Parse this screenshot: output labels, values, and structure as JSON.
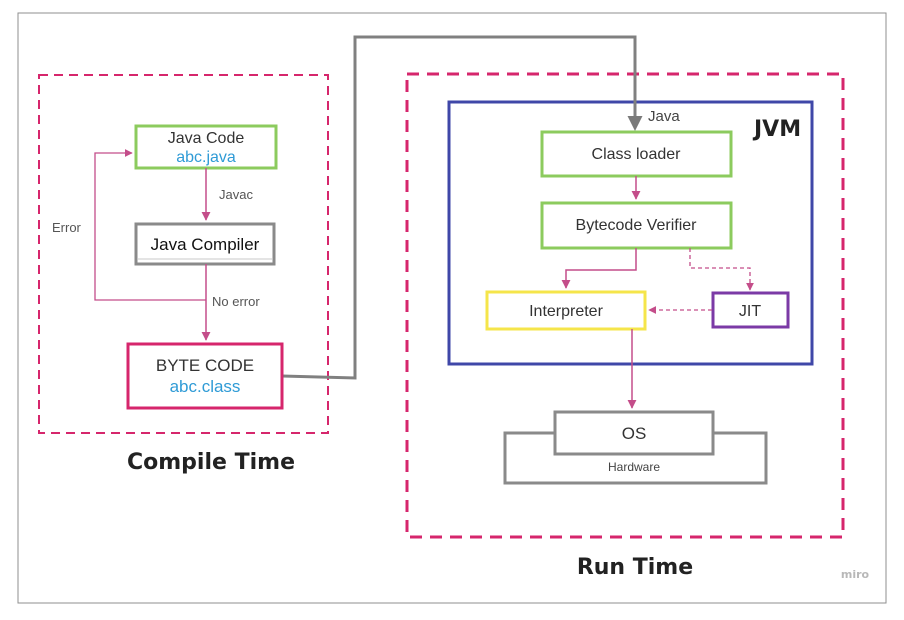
{
  "compile": {
    "title": "Compile Time",
    "java_code": {
      "title": "Java Code",
      "file": "abc.java"
    },
    "javac_label": "Javac",
    "compiler": "Java Compiler",
    "error_label": "Error",
    "no_error_label": "No error",
    "byte_code": {
      "title": "BYTE CODE",
      "file": "abc.class"
    }
  },
  "runtime": {
    "title": "Run Time",
    "jvm_title": "JVM",
    "java_label": "Java",
    "class_loader": "Class loader",
    "bytecode_verifier": "Bytecode Verifier",
    "interpreter": "Interpreter",
    "jit": "JIT",
    "os": "OS",
    "hardware": "Hardware"
  },
  "watermark": "miro",
  "colors": {
    "compile_border": "#d6266c",
    "jvm_border": "#3f47a8",
    "green": "#8ccb5e",
    "yellow": "#f5e54a",
    "purple": "#7b3aa6",
    "gray": "#8a8a8a",
    "arrow": "#c44d8a",
    "file_blue": "#2f9bd6"
  }
}
